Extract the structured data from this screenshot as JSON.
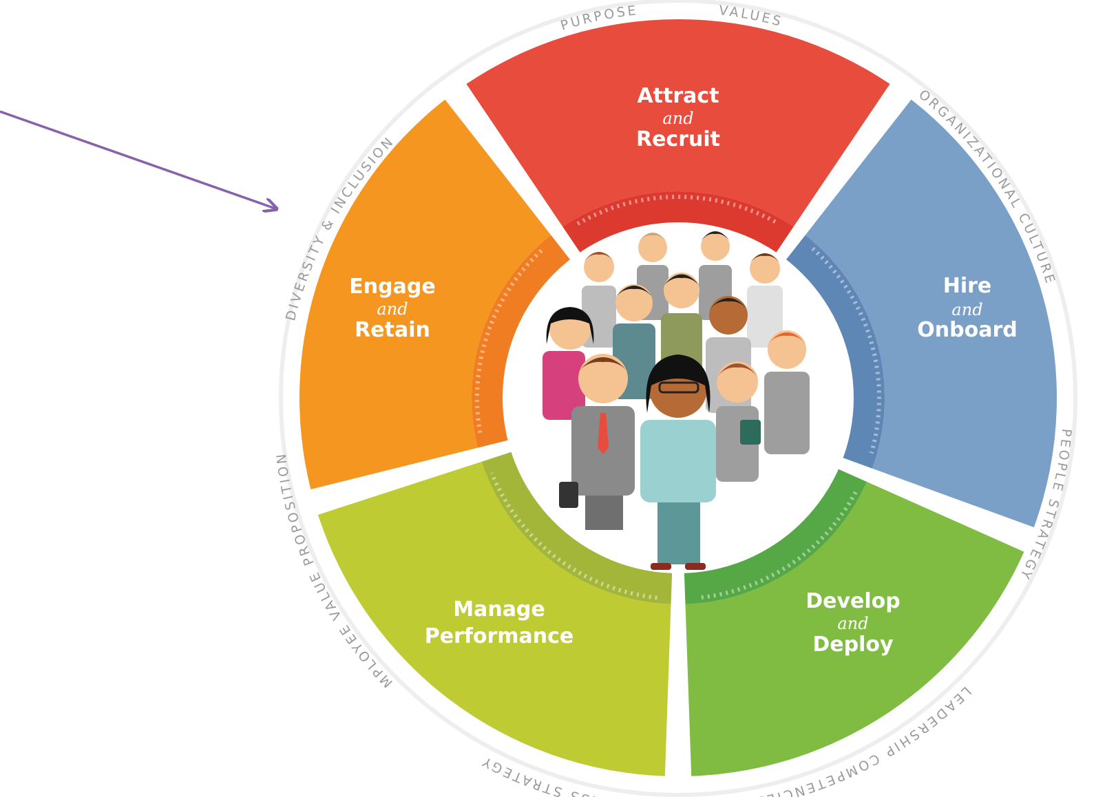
{
  "colors": {
    "red": "#E84C3D",
    "red_inner": "#DC3A2E",
    "blue": "#7BA0C8",
    "blue_inner": "#5E87B5",
    "green": "#80BC42",
    "green_inner": "#55A845",
    "lime": "#BFCB33",
    "lime_inner": "#A3B63A",
    "orange": "#F59620",
    "orange_inner": "#F07D22",
    "ring": "#EEEEEE",
    "arrow": "#8661AC"
  },
  "ring_labels": {
    "purpose": "PURPOSE",
    "values": "VALUES",
    "organizational_culture": "ORGANIZATIONAL CULTURE",
    "people_strategy": "PEOPLE STRATEGY",
    "leadership_competencies": "LEADERSHIP COMPETENCIES",
    "business_strategy": "BUSINESS STRATEGY",
    "employee_value_proposition": "EMPLOYEE VALUE PROPOSITION",
    "diversity_inclusion": "DIVERSITY & INCLUSION"
  },
  "segments": {
    "attract": {
      "line1": "Attract",
      "connector": "and",
      "line2": "Recruit"
    },
    "hire": {
      "line1": "Hire",
      "connector": "and",
      "line2": "Onboard"
    },
    "develop": {
      "line1": "Develop",
      "connector": "and",
      "line2": "Deploy"
    },
    "manage": {
      "line1": "Manage",
      "line2": "Performance"
    },
    "engage": {
      "line1": "Engage",
      "connector": "and",
      "line2": "Retain"
    }
  },
  "icons": {
    "center": "group-of-people-icon",
    "arrow": "pointer-arrow-icon"
  }
}
